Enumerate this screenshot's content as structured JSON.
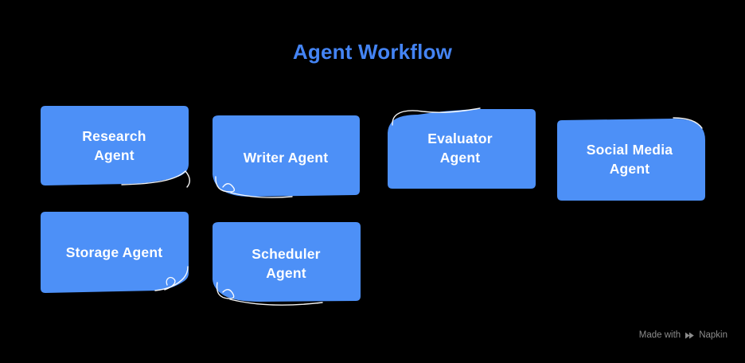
{
  "title": "Agent Workflow",
  "nodes": [
    {
      "id": "research-agent",
      "label": "Research\nAgent"
    },
    {
      "id": "writer-agent",
      "label": "Writer Agent"
    },
    {
      "id": "evaluator-agent",
      "label": "Evaluator\nAgent"
    },
    {
      "id": "social-media-agent",
      "label": "Social Media\nAgent"
    },
    {
      "id": "storage-agent",
      "label": "Storage Agent"
    },
    {
      "id": "scheduler-agent",
      "label": "Scheduler\nAgent"
    }
  ],
  "watermark": {
    "prefix": "Made with",
    "brand": "Napkin"
  },
  "colors": {
    "background": "#000000",
    "node_fill": "#4D90F7",
    "node_text": "#FFFFFF",
    "title_text": "#4484F4",
    "watermark_text": "#8C8C8C"
  }
}
